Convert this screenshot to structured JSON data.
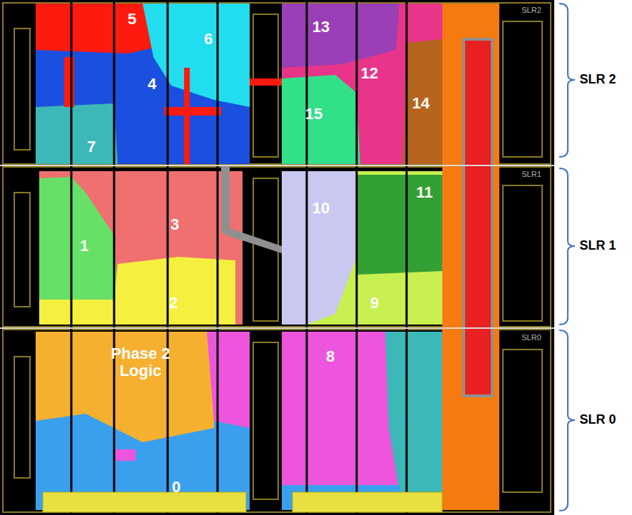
{
  "diagram": {
    "labels": [
      "SLR2",
      "5",
      "13",
      "6",
      "12",
      "4",
      "15",
      "14",
      "7",
      "SLR 2",
      "SLR1",
      "11",
      "10",
      "3",
      "1",
      "SLR 1",
      "2",
      "9",
      "SLR0",
      "Phase 2 Logic",
      "8",
      "SLR 0",
      "0"
    ]
  }
}
